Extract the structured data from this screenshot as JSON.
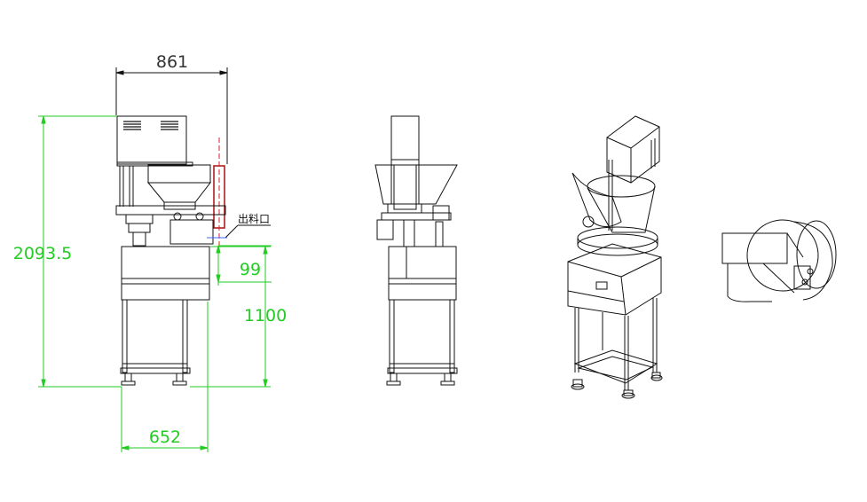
{
  "dimensions": {
    "width_top": "861",
    "height_total": "2093.5",
    "outlet_offset": "99",
    "table_height": "1100",
    "base_width": "652"
  },
  "labels": {
    "outlet": "出料口"
  },
  "colors": {
    "line": "#111111",
    "dimension": "#22cc22",
    "centerline": "#dd2222",
    "leader": "#4466ff"
  }
}
